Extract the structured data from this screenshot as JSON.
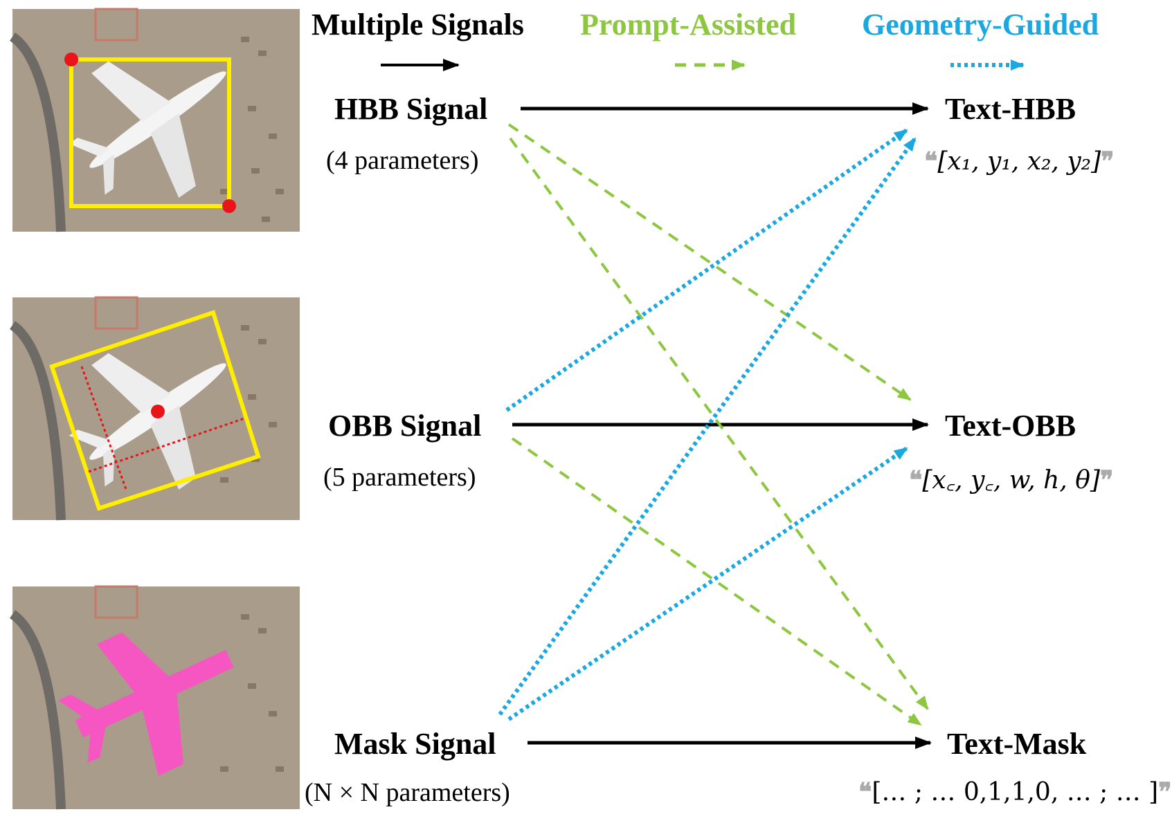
{
  "legend": {
    "solid": "Multiple Signals",
    "dashed": "Prompt-Assisted",
    "dotted": "Geometry-Guided"
  },
  "colors": {
    "solid": "#000000",
    "dashed": "#8dc63f",
    "dotted": "#1ba8e0",
    "box": "#ffee00",
    "point": "#e8141a",
    "mask": "#ff4fc8"
  },
  "signals": [
    {
      "name": "HBB Signal",
      "params": "(4 parameters)"
    },
    {
      "name": "OBB Signal",
      "params": "(5 parameters)"
    },
    {
      "name": "Mask Signal",
      "params": "(N × N parameters)"
    }
  ],
  "outputs": [
    {
      "name": "Text-HBB",
      "formula": "[x₁, y₁, x₂, y₂]"
    },
    {
      "name": "Text-OBB",
      "formula": "[x꜀, y꜀, w, h, θ]"
    },
    {
      "name": "Text-Mask",
      "formula": "[… ; … 0,1,1,0, … ; … ]"
    }
  ],
  "quotes": {
    "open": "❝",
    "close": "❞"
  }
}
